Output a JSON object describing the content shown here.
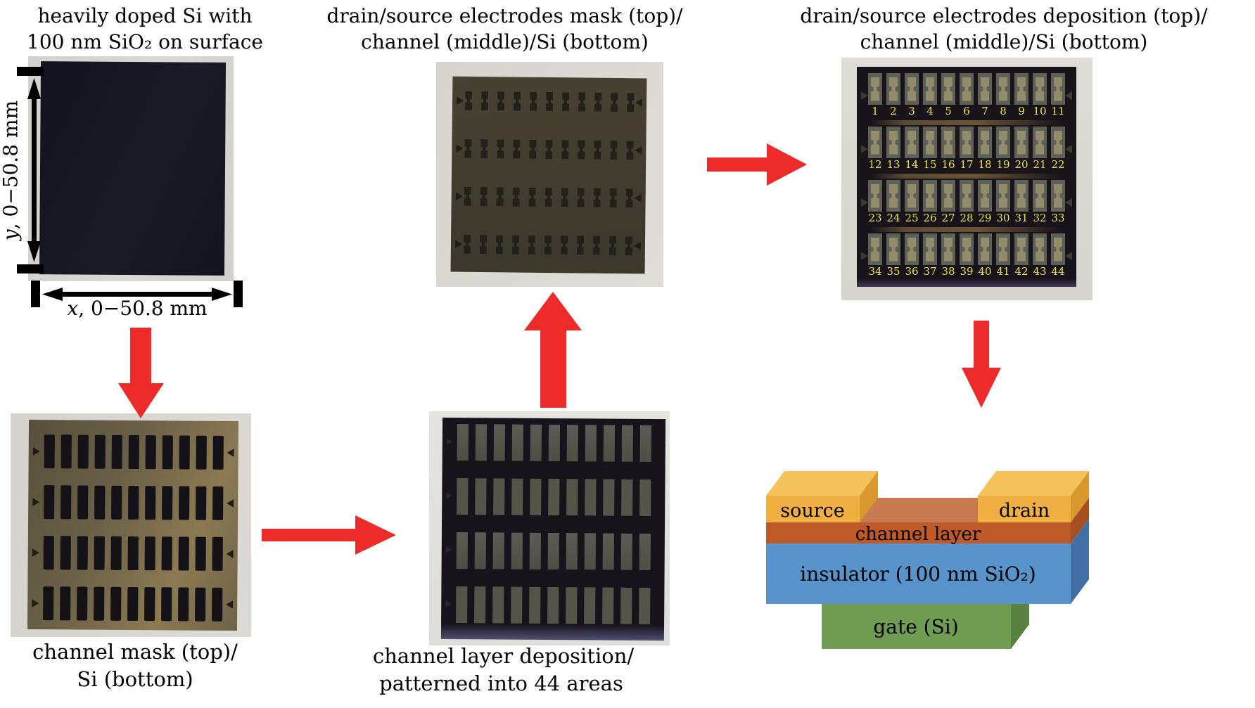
{
  "titles": {
    "substrate": {
      "line1": "heavily doped Si with",
      "line2": "100 nm SiO₂ on surface"
    },
    "electrode_mask": {
      "line1": "drain/source electrodes mask (top)/",
      "line2": "channel (middle)/Si (bottom)"
    },
    "electrode_deposition": {
      "line1": "drain/source electrodes deposition (top)/",
      "line2": "channel (middle)/Si (bottom)"
    }
  },
  "captions": {
    "channel_mask": {
      "line1": "channel mask (top)/",
      "line2": "Si (bottom)"
    },
    "channel_deposition": {
      "line1": "channel layer deposition/",
      "line2": "patterned into 44 areas"
    }
  },
  "dimensions": {
    "y_axis": {
      "variable": "y",
      "rest": ", 0−50.8 mm"
    },
    "x_axis": {
      "variable": "x",
      "rest": ", 0−50.8 mm"
    }
  },
  "device_grid": {
    "rows": 4,
    "cols": 11,
    "numbers": [
      [
        "1",
        "2",
        "3",
        "4",
        "5",
        "6",
        "7",
        "8",
        "9",
        "10",
        "11"
      ],
      [
        "12",
        "13",
        "14",
        "15",
        "16",
        "17",
        "18",
        "19",
        "20",
        "21",
        "22"
      ],
      [
        "23",
        "24",
        "25",
        "26",
        "27",
        "28",
        "29",
        "30",
        "31",
        "32",
        "33"
      ],
      [
        "34",
        "35",
        "36",
        "37",
        "38",
        "39",
        "40",
        "41",
        "42",
        "43",
        "44"
      ]
    ]
  },
  "schematic": {
    "source_label": "source",
    "drain_label": "drain",
    "channel_label": "channel layer",
    "insulator_label": "insulator (100 nm SiO₂)",
    "gate_label": "gate (Si)"
  },
  "colors": {
    "arrow_red": "#ee2b2b",
    "dimension_black": "#000000",
    "number_yellow": "#e9e43b",
    "electrode_front": "#f0b041",
    "electrode_top": "#f4c35c",
    "electrode_side": "#d9982e",
    "channel_front": "#bf5a28",
    "channel_top": "#c87b50",
    "channel_side": "#a54e20",
    "insulator_front": "#5894cb",
    "insulator_side": "#426fa6",
    "gate_front": "#6f9c51",
    "gate_side": "#5a8140"
  }
}
